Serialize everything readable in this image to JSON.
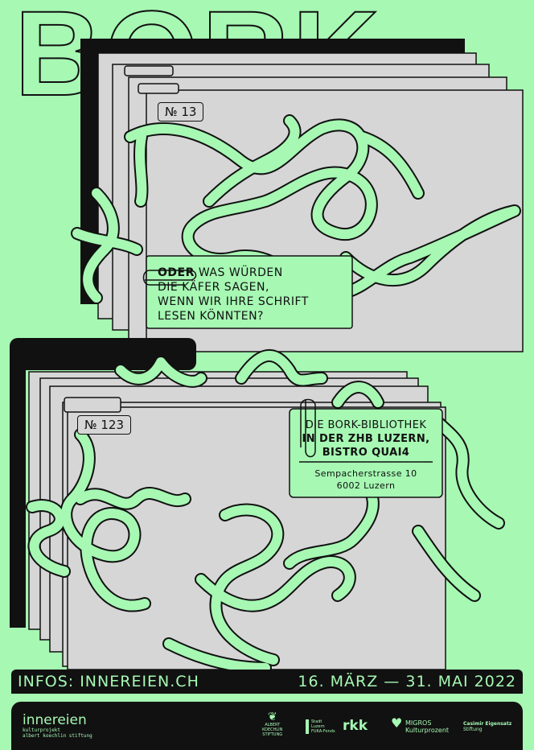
{
  "title": "BORK",
  "card_top": {
    "number": "№ 13",
    "question_bold": "ODER",
    "question_rest_line1": " WAS WÜRDEN",
    "question_line2": "DIE KÄFER SAGEN,",
    "question_line3": "WENN WIR IHRE SCHRIFT",
    "question_line4": "LESEN KÖNNTEN?"
  },
  "card_bottom": {
    "number": "№ 123",
    "venue_line1": "DIE BORK-BIBLIOTHEK",
    "venue_line2": "IN DER ZHB LUZERN,",
    "venue_line3": "BISTRO QUAI4",
    "street": "Sempacherstrasse 10",
    "city": "6002 Luzern"
  },
  "info_bar": {
    "infos": "INFOS: INNEREIEN.CH",
    "dates": "16. MÄRZ — 31. MAI 2022"
  },
  "footer": {
    "innereien_name": "innereien",
    "innereien_sub1": "kulturprojekt",
    "innereien_sub2": "albert koechlin stiftung",
    "sponsor_akb_line1": "ALBERT",
    "sponsor_akb_line2": "KOECHLIN",
    "sponsor_akb_line3": "STIFTUNG",
    "sponsor_stadt_line1": "Stadt",
    "sponsor_stadt_line2": "Luzern",
    "sponsor_stadt_line3": "FUKA-Fonds",
    "sponsor_rkk": "rkk",
    "sponsor_migros_line1": "MIGROS",
    "sponsor_migros_line2": "Kulturprozent",
    "sponsor_casimir_line1": "Casimir Eigensatz",
    "sponsor_casimir_line2": "Stiftung"
  },
  "colors": {
    "mint": "#a6f8b3",
    "black": "#111111",
    "paper": "#d6d6d6"
  }
}
